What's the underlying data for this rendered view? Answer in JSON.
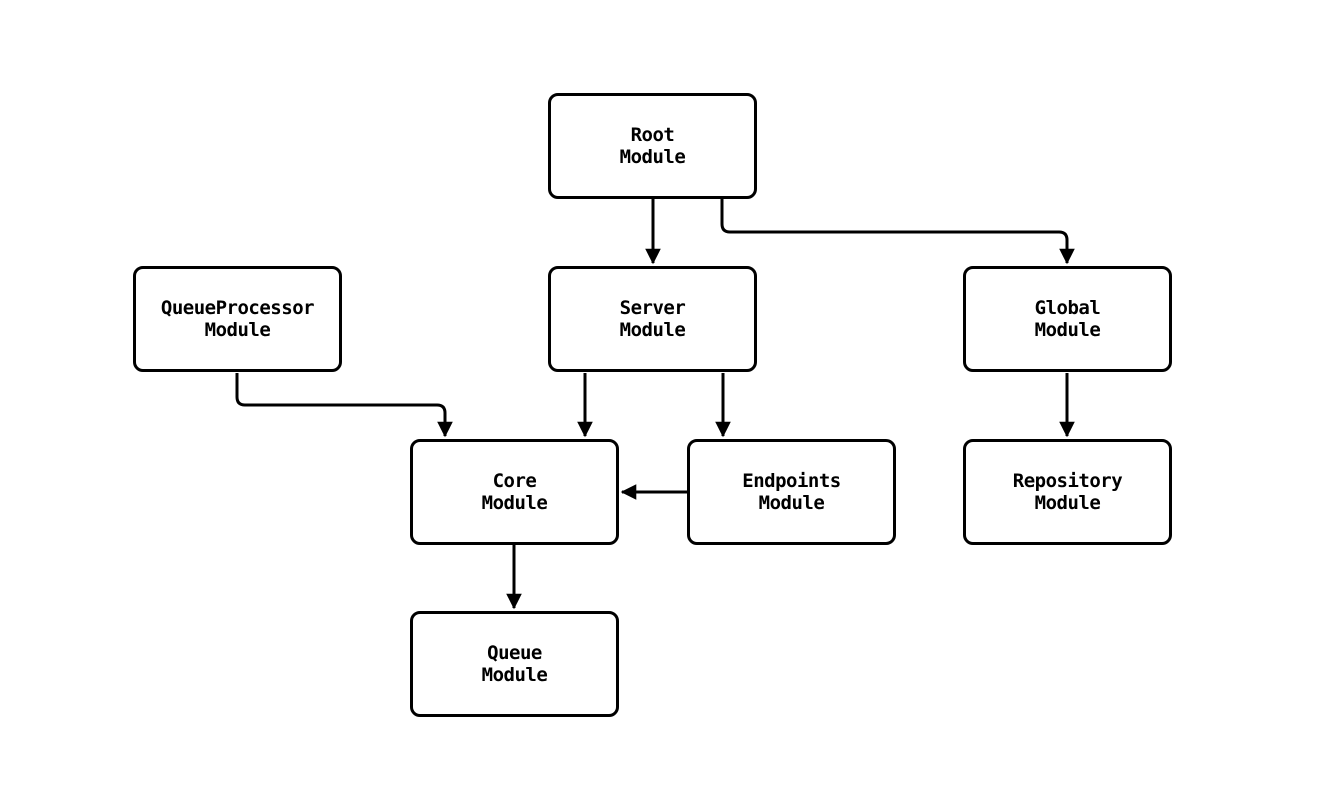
{
  "diagram": {
    "type": "module-dependency-graph",
    "background_color": "#ffffff",
    "stroke_color": "#000000",
    "node_fill_color": "#ffffff",
    "nodes": {
      "root": {
        "label": "Root\nModule"
      },
      "queue_processor": {
        "label": "QueueProcessor\nModule"
      },
      "server": {
        "label": "Server\nModule"
      },
      "global": {
        "label": "Global\nModule"
      },
      "core": {
        "label": "Core\nModule"
      },
      "endpoints": {
        "label": "Endpoints\nModule"
      },
      "repository": {
        "label": "Repository\nModule"
      },
      "queue": {
        "label": "Queue\nModule"
      }
    },
    "edges": [
      {
        "from": "root",
        "to": "server"
      },
      {
        "from": "root",
        "to": "global"
      },
      {
        "from": "queue_processor",
        "to": "core"
      },
      {
        "from": "server",
        "to": "core"
      },
      {
        "from": "server",
        "to": "endpoints"
      },
      {
        "from": "endpoints",
        "to": "core"
      },
      {
        "from": "global",
        "to": "repository"
      },
      {
        "from": "core",
        "to": "queue"
      }
    ]
  }
}
